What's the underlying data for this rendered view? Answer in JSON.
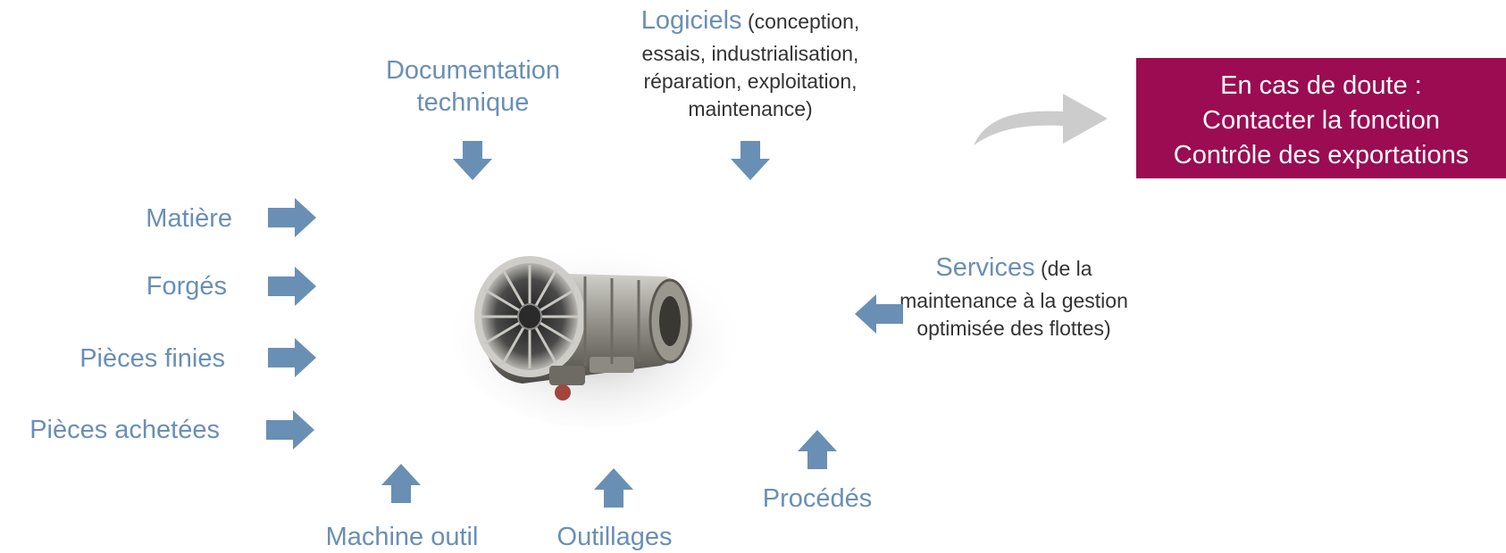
{
  "inputs_left": [
    {
      "label": "Matière"
    },
    {
      "label": "Forgés"
    },
    {
      "label": "Pièces finies"
    },
    {
      "label": "Pièces achetées"
    }
  ],
  "top": {
    "documentation": {
      "line1": "Documentation",
      "line2": "technique"
    },
    "logiciels": {
      "head": "Logiciels",
      "line1_rest": " (conception,",
      "line2": "essais, industrialisation,",
      "line3": "réparation, exploitation,",
      "line4": "maintenance)"
    }
  },
  "services": {
    "head": "Services",
    "line1_rest": " (de la",
    "line2": "maintenance à la gestion",
    "line3": "optimisée des flottes)"
  },
  "bottom": {
    "machine_outil": "Machine outil",
    "outillages": "Outillages",
    "procedes": "Procédés"
  },
  "contact": {
    "line1": "En cas de doute :",
    "line2": "Contacter la fonction",
    "line3": "Contrôle des exportations",
    "bg_color": "#9b0c52"
  },
  "colors": {
    "accent_text": "#6a8fb4",
    "arrow": "#6a8fb4",
    "body_text": "#333333",
    "curved_arrow": "#cccccc"
  },
  "center_image": "jet-engine"
}
